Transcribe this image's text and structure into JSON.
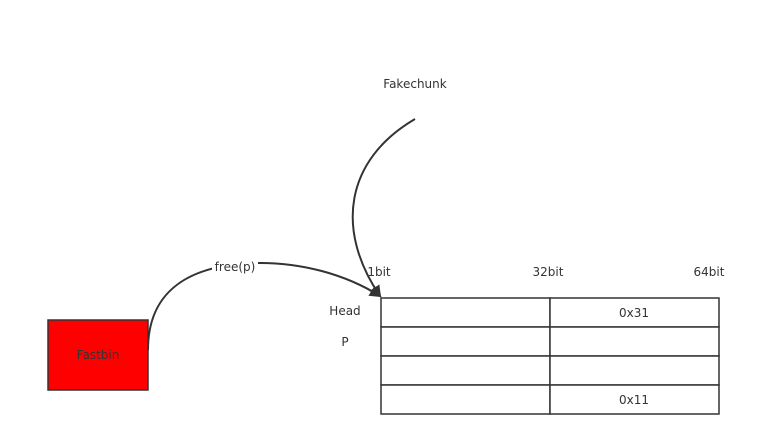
{
  "fastbin": {
    "label": "Fastbin",
    "fill_color": "#ff0000"
  },
  "fakechunk": {
    "label": "Fakechunk"
  },
  "free_edge": {
    "label": "free(p)"
  },
  "bit_labels": {
    "b1": "1bit",
    "b32": "32bit",
    "b64": "64bit"
  },
  "row_labels": {
    "head": "Head",
    "p": "P"
  },
  "chunk_table": {
    "rows": [
      [
        "",
        "0x31"
      ],
      [
        "",
        ""
      ],
      [
        "",
        ""
      ],
      [
        "",
        "0x11"
      ]
    ]
  },
  "colors": {
    "line": "#333333",
    "text": "#333333"
  }
}
